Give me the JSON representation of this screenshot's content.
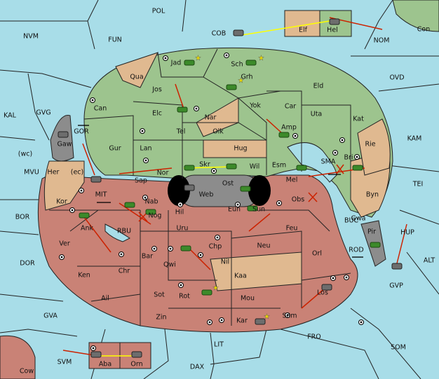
{
  "colors": {
    "sea": "#a8dde8",
    "north": "#9dc48e",
    "south": "#c98276",
    "tan": "#e0b990",
    "grey": "#8c8c8c",
    "order_red": "#cc2200",
    "order_yellow": "#ffff00"
  },
  "sea_labels": [
    "POL",
    "NVM",
    "FUN",
    "COB",
    "NOM",
    "OVD",
    "KAL",
    "GVG",
    "KAM",
    "MVU",
    "TEI",
    "BOR",
    "MIT",
    "SMA",
    "RBU",
    "BUC",
    "HUP",
    "DOR",
    "ROD",
    "ALT",
    "GVA",
    "FRO",
    "SOM",
    "LIT",
    "SVM",
    "DAX"
  ],
  "land_labels": [
    "Con",
    "Elf",
    "Hel",
    "Jad",
    "Sch",
    "Qua",
    "Grh",
    "Jos",
    "Eld",
    "Can",
    "Car",
    "Yok",
    "Elc",
    "Nar",
    "Uta",
    "Kat",
    "GOR",
    "Tel",
    "Olk",
    "Amp",
    "Gaw",
    "Gur",
    "Lan",
    "Hug",
    "Rie",
    "Bri",
    "(wc)",
    "Her",
    "(ec)",
    "Nor",
    "Skr",
    "Wil",
    "Esm",
    "Sap",
    "Ost",
    "Mel",
    "Web",
    "Byn",
    "Kor",
    "Nab",
    "Eun",
    "Sun",
    "Obs",
    "Gwa",
    "Nog",
    "Hil",
    "Ank",
    "Uru",
    "Feu",
    "Pir",
    "Ver",
    "Chp",
    "Neu",
    "Bar",
    "Qwi",
    "Orl",
    "Nil",
    "Ken",
    "Chr",
    "Kaa",
    "Ail",
    "Sot",
    "Rot",
    "Mou",
    "Los",
    "Zin",
    "Sam",
    "Kar",
    "Cow",
    "Aba",
    "Orn",
    "GVP"
  ]
}
